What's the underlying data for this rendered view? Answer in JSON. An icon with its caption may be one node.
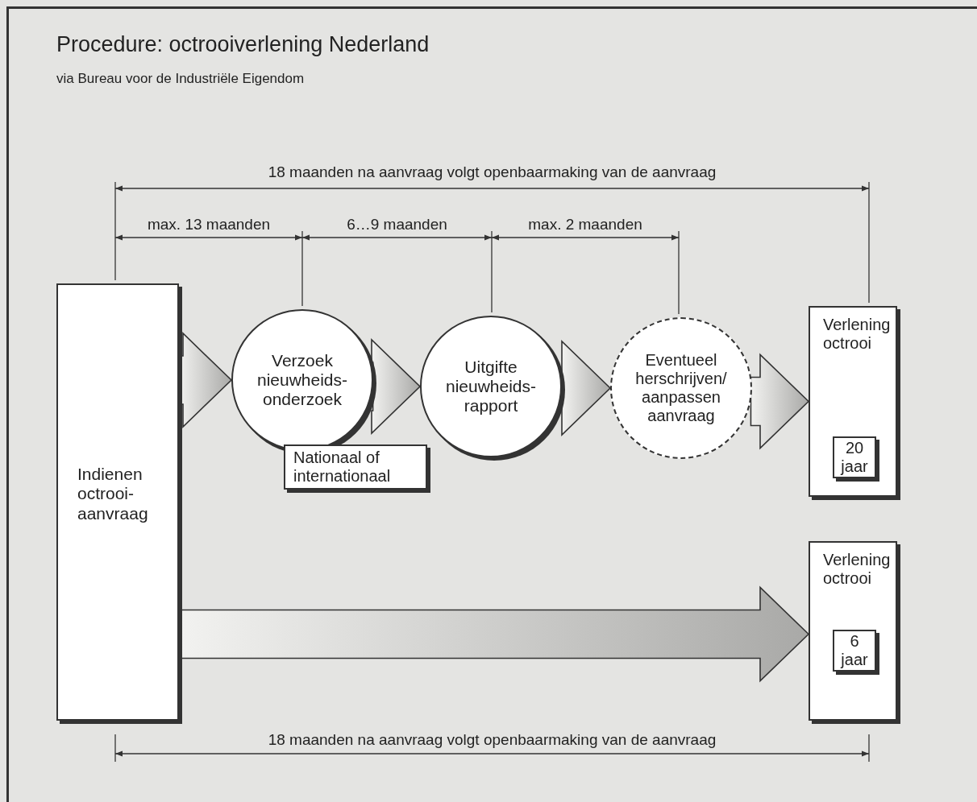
{
  "diagram": {
    "title": "Procedure: octrooiverlening Nederland",
    "nodes": [
      {
        "text": [
          "Indienen octrooi-aanvraag"
        ]
      },
      {
        "text": [
          "Verzoek nieuwheids-onderzoek"
        ]
      },
      {
        "text": [
          "Nationaal of internationaal"
        ]
      },
      {
        "text": [
          "Uitgifte nieuwheids-rapport"
        ]
      },
      {
        "text": [
          "Eventueel herschrijven/ aanpassen aanvraag"
        ]
      },
      {
        "text": [
          "Verlening octrooi"
        ]
      },
      {
        "text": [
          "20 jaar"
        ],
        "in": 5
      },
      {
        "text": [
          "Verlening octrooi"
        ]
      },
      {
        "text": [
          "6 jaar"
        ],
        "in": 7
      }
    ],
    "edges": [
      {
        "from": 0,
        "to": 1,
        "arrow": "to"
      },
      {
        "from": 1,
        "to": 3,
        "arrow": "to"
      },
      {
        "from": 3,
        "to": 4,
        "arrow": "to"
      },
      {
        "from": 4,
        "to": 5,
        "arrow": "to"
      },
      {
        "from": 0,
        "to": 7,
        "arrow": "to"
      }
    ],
    "labels": [
      "via Bureau voor de Industriële Eigendom",
      "18 maanden na aanvraag volgt openbaarmaking van de aanvraag",
      "max. 13 maanden",
      "6…9 maanden",
      "max. 2 maanden",
      "18 maanden na aanvraag volgt openbaarmaking van de aanvraag"
    ]
  }
}
